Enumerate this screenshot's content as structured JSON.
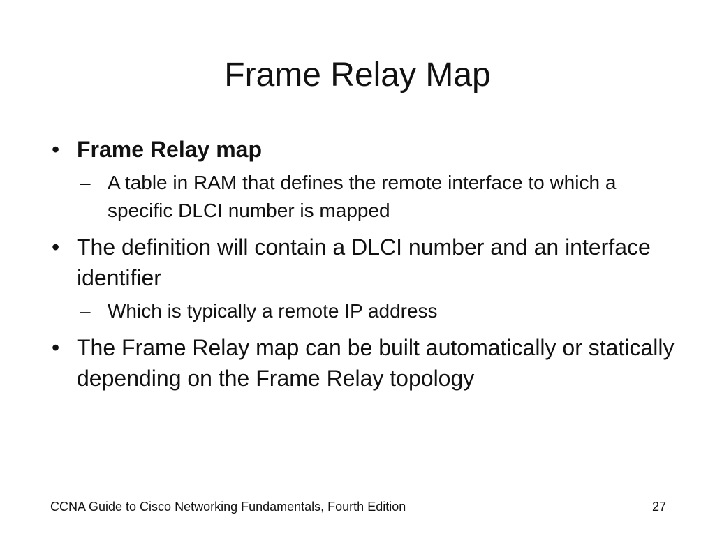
{
  "slide": {
    "title": "Frame Relay Map",
    "bullets": [
      {
        "text": "Frame Relay map",
        "subs": [
          "A table in RAM that defines the remote interface to which a specific DLCI number is mapped"
        ]
      },
      {
        "text": "The definition will contain a DLCI number and an interface identifier",
        "subs": [
          "Which is typically a remote IP address"
        ]
      },
      {
        "text": "The Frame Relay map can be built automatically or statically depending on the Frame Relay topology",
        "subs": []
      }
    ],
    "footer": {
      "left": "CCNA Guide to Cisco Networking Fundamentals, Fourth Edition",
      "page_number": "27"
    }
  }
}
